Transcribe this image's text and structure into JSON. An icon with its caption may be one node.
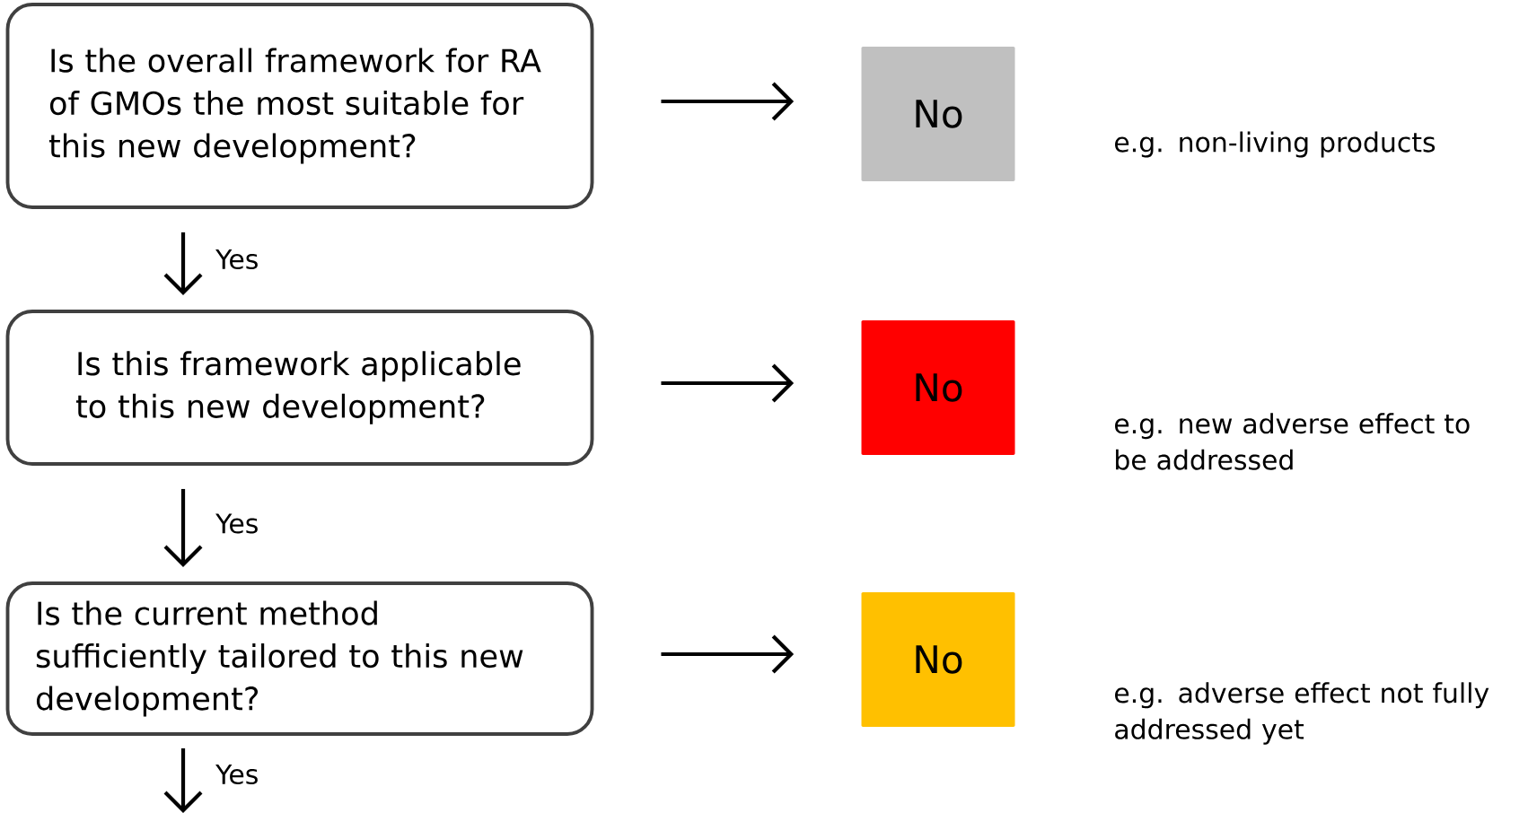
{
  "diagram": {
    "nodes": [
      {
        "text": [
          "Is the overall framework for RA of GMOs the most suitable for this new development?"
        ]
      },
      {
        "text": [
          "No"
        ],
        "beside": [
          "e.g. non-living products"
        ]
      },
      {
        "text": [
          "Is this framework applicable to this new development?"
        ]
      },
      {
        "text": [
          "No"
        ],
        "beside": [
          "e.g. new adverse effect to be addressed"
        ]
      },
      {
        "text": [
          "Is the current method sufficiently tailored to this new development?"
        ]
      },
      {
        "text": [
          "No"
        ],
        "beside": [
          "e.g. adverse effect not fully addressed yet"
        ]
      }
    ],
    "edges": [
      {
        "from": 0,
        "to": 1,
        "arrow": "to"
      },
      {
        "from": 0,
        "to": 2,
        "arrow": "to",
        "label": "Yes"
      },
      {
        "from": 2,
        "to": 3,
        "arrow": "to"
      },
      {
        "from": 2,
        "to": 4,
        "arrow": "to",
        "label": "Yes"
      },
      {
        "from": 4,
        "to": 5,
        "arrow": "to"
      },
      {
        "from": 4,
        "to": null,
        "arrow": "to",
        "label": "Yes"
      }
    ]
  }
}
